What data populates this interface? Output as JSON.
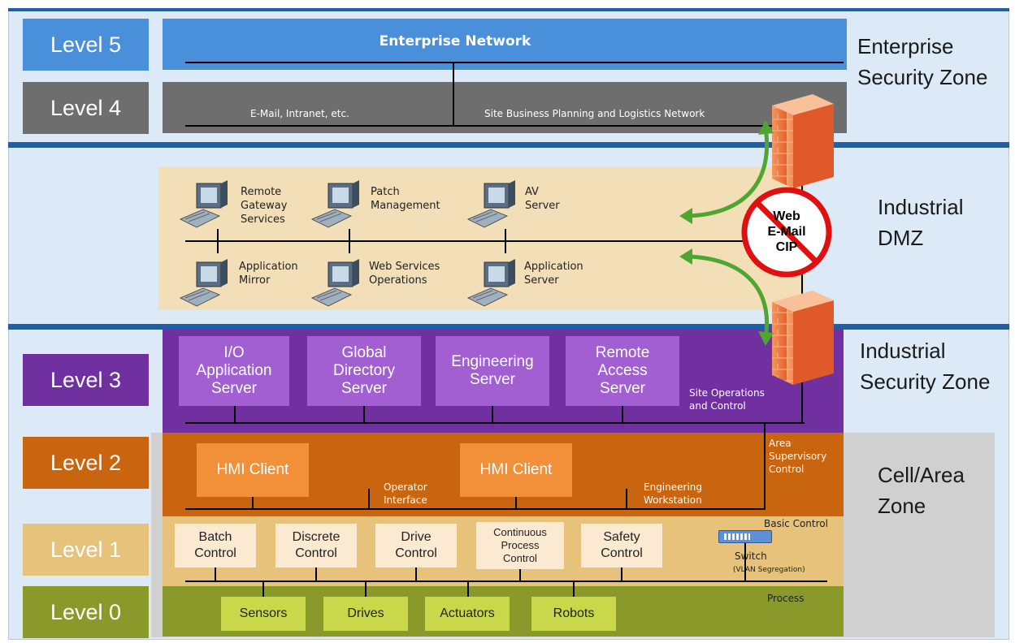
{
  "levels": {
    "l5": "Level 5",
    "l4": "Level 4",
    "l3": "Level 3",
    "l2": "Level 2",
    "l1": "Level 1",
    "l0": "Level 0"
  },
  "zones": {
    "enterprise": "Enterprise Security Zone",
    "dmz": "Industrial DMZ",
    "industrial": "Industrial Security Zone",
    "cell": "Cell/Area Zone"
  },
  "level5": {
    "title": "Enterprise Network"
  },
  "level4": {
    "email": "E-Mail, Intranet, etc.",
    "site": "Site Business Planning and Logistics Network"
  },
  "dmz": {
    "top": [
      {
        "label": "Remote Gateway Services"
      },
      {
        "label": "Patch Management"
      },
      {
        "label": "AV Server"
      }
    ],
    "bottom": [
      {
        "label": "Application Mirror"
      },
      {
        "label": "Web Services Operations"
      },
      {
        "label": "Application Server"
      }
    ],
    "blocked": {
      "line1": "Web",
      "line2": "E-Mail",
      "line3": "CIP"
    }
  },
  "level3": {
    "servers": [
      "I/O Application Server",
      "Global Directory Server",
      "Engineering Server",
      "Remote Access Server"
    ],
    "label": "Site Operations and Control"
  },
  "level2": {
    "hmi1": "HMI Client",
    "hmi2": "HMI Client",
    "operator": "Operator Interface",
    "engws": "Engineering Workstation",
    "area": "Area Supervisory Control"
  },
  "level1": {
    "controls": [
      "Batch Control",
      "Discrete Control",
      "Drive Control",
      "Continuous Process Control",
      "Safety Control"
    ],
    "basic": "Basic Control",
    "switch": "Switch",
    "vlan": "(VLAN Segregation)"
  },
  "level0": {
    "devices": [
      "Sensors",
      "Drives",
      "Actuators",
      "Robots"
    ],
    "process": "Process"
  },
  "colors": {
    "l5": "#4a8fd9",
    "l4": "#6e6e6e",
    "l3": "#7030a0",
    "l2": "#c8650e",
    "l1": "#e6c27a",
    "l0": "#8a9a2a"
  }
}
